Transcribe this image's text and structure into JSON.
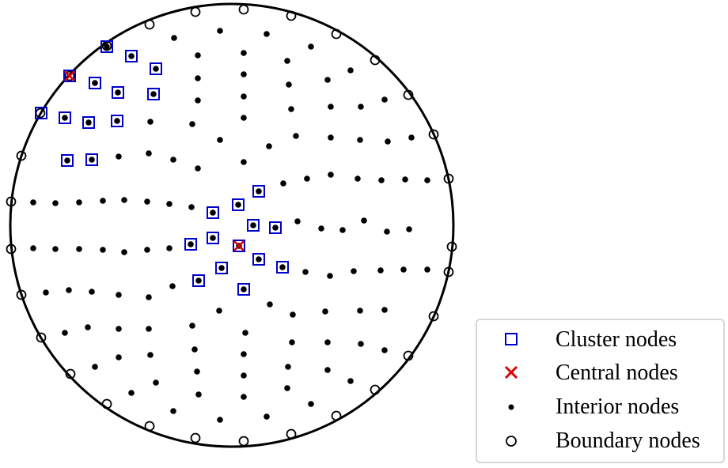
{
  "legend": {
    "items": [
      {
        "key": "cluster",
        "label": "Cluster nodes",
        "marker": "open-square",
        "color": "#0000cc"
      },
      {
        "key": "central",
        "label": "Central nodes",
        "marker": "x",
        "color": "#dd0000"
      },
      {
        "key": "interior",
        "label": "Interior nodes",
        "marker": "filled-dot",
        "color": "#000000"
      },
      {
        "key": "boundary",
        "label": "Boundary nodes",
        "marker": "open-circle",
        "color": "#000000"
      }
    ]
  }
}
